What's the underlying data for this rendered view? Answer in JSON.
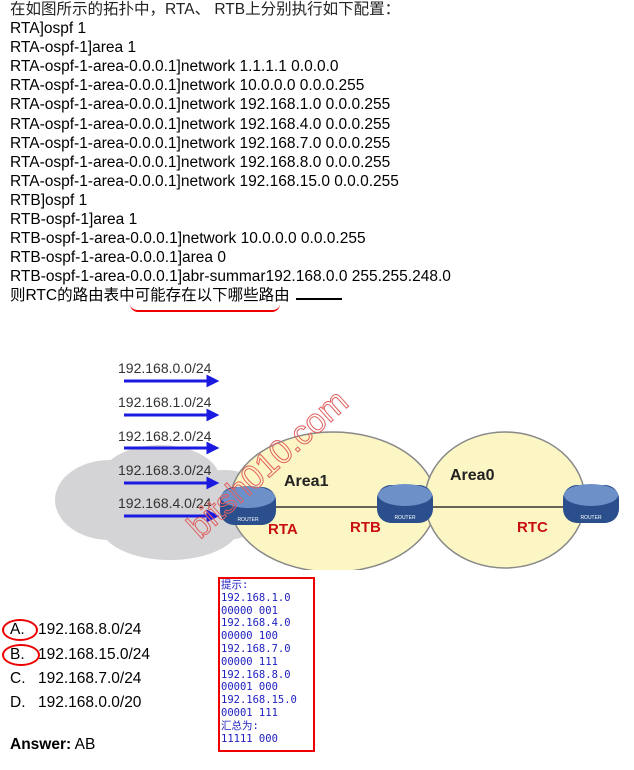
{
  "question": {
    "intro": "在如图所示的拓扑中，RTA、 RTB上分别执行如下配置：",
    "config_lines": [
      "RTA]ospf 1",
      "RTA-ospf-1]area 1",
      "RTA-ospf-1-area-0.0.0.1]network 1.1.1.1 0.0.0.0",
      "RTA-ospf-1-area-0.0.0.1]network 10.0.0.0 0.0.0.255",
      "RTA-ospf-1-area-0.0.0.1]network 192.168.1.0 0.0.0.255",
      "RTA-ospf-1-area-0.0.0.1]network 192.168.4.0 0.0.0.255",
      "RTA-ospf-1-area-0.0.0.1]network 192.168.7.0 0.0.0.255",
      "RTA-ospf-1-area-0.0.0.1]network 192.168.8.0 0.0.0.255",
      "RTA-ospf-1-area-0.0.0.1]network 192.168.15.0 0.0.0.255",
      "RTB]ospf 1",
      "RTB-ospf-1]area 1",
      "RTB-ospf-1-area-0.0.0.1]network 10.0.0.0 0.0.0.255",
      "RTB-ospf-1-area-0.0.0.1]area 0",
      "RTB-ospf-1-area-0.0.0.1]abr-summar192.168.0.0 255.255.248.0"
    ],
    "prompt": "则RTC的路由表中可能存在以下哪些路由"
  },
  "diagram": {
    "networks": [
      "192.168.0.0/24",
      "192.168.1.0/24",
      "192.168.2.0/24",
      "192.168.3.0/24",
      "192.168.4.0/24"
    ],
    "area1": "Area1",
    "area0": "Area0",
    "routers": [
      "RTA",
      "RTB",
      "RTC"
    ],
    "router_badge": "ROUTER",
    "watermark": "bitsh010.com"
  },
  "options": [
    {
      "letter": "A.",
      "text": "192.168.8.0/24"
    },
    {
      "letter": "B.",
      "text": "192.168.15.0/24"
    },
    {
      "letter": "C.",
      "text": "192.168.7.0/24"
    },
    {
      "letter": "D.",
      "text": "192.168.0.0/20"
    }
  ],
  "answer": {
    "label": "Answer:",
    "value": "AB"
  },
  "hint": [
    "提示:",
    "192.168.1.0",
    "00000 001",
    "192.168.4.0",
    "00000 100",
    "192.168.7.0",
    "00000 111",
    "192.168.8.0",
    "00001 000",
    "192.168.15.0",
    "00001 111",
    "汇总为:",
    "11111 000"
  ]
}
